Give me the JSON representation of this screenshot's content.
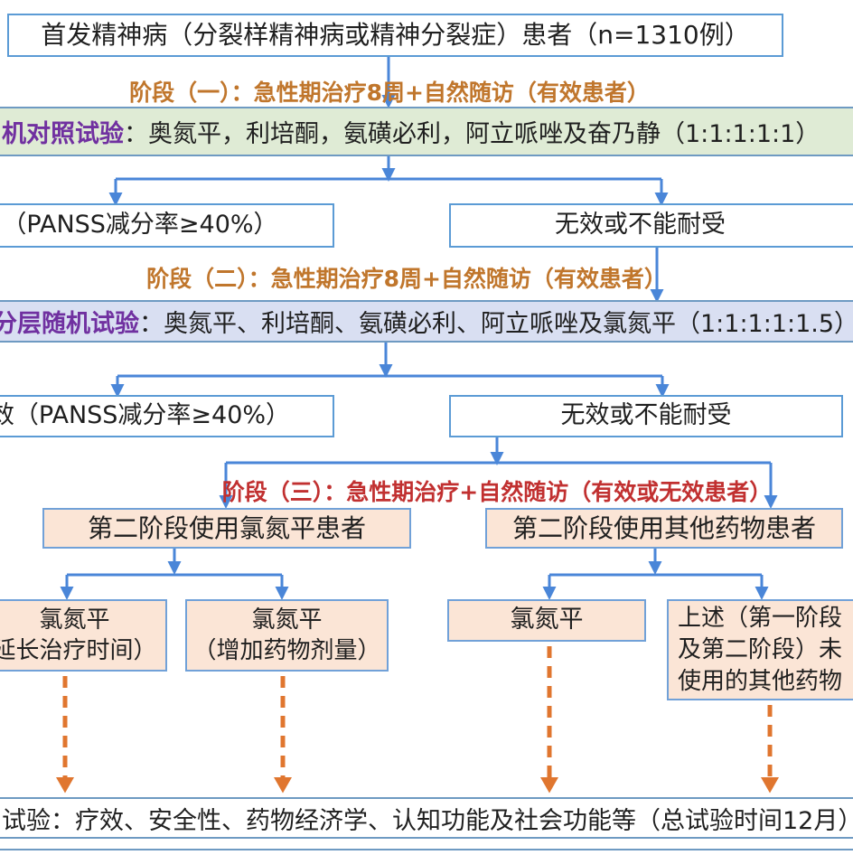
{
  "colors": {
    "connector": "#4a86d8",
    "box_border": "#5b9bd5",
    "peach_border": "#71a1d8",
    "bar_border": "#6e9ac2",
    "bar1_bg": "#dfebd5",
    "bar2_bg": "#d9dff2",
    "peach_bg": "#fbe5d6",
    "purple": "#7030a0",
    "stage_orange": "#c0762c",
    "stage_red": "#c13030",
    "dashed_orange": "#e0762f",
    "text": "#1f1f1f"
  },
  "top_box": {
    "text": "首发精神病（分裂样精神病或精神分裂症）患者（n=1310例）"
  },
  "stage_labels": {
    "stage1": "阶段（一）：急性期治疗8周+自然随访（有效患者）",
    "stage2": "阶段（二）：急性期治疗8周+自然随访（有效患者）",
    "stage3": "阶段（三）：急性期治疗+自然随访（有效或无效患者）"
  },
  "bar1": {
    "highlight": "机对照试验",
    "rest": "：奥氮平，利培酮，氨磺必利，阿立哌唑及奋乃静（1:1:1:1:1）"
  },
  "bar2": {
    "highlight": "分层随机试验",
    "rest": "：奥氮平、利培酮、氨磺必利、阿立哌唑及氯氮平（1:1:1:1:1.5）"
  },
  "row1": {
    "effective": "（PANSS减分率≥40%）",
    "ineffective": "无效或不能耐受"
  },
  "row2": {
    "effective": "效（PANSS减分率≥40%）",
    "ineffective": "无效或不能耐受"
  },
  "row3": {
    "clozapine_group": "第二阶段使用氯氮平患者",
    "other_group": "第二阶段使用其他药物患者"
  },
  "row4": {
    "box1": {
      "line1": "氯氮平",
      "line2": "延长治疗时间）"
    },
    "box2": {
      "line1": "氯氮平",
      "line2": "（增加药物剂量）"
    },
    "box3": {
      "line1": "氯氮平"
    },
    "box4": {
      "line1": "上述（第一阶段",
      "line2": "及第二阶段）未",
      "line3": "使用的其他药物"
    }
  },
  "bottom_bar": {
    "text": "试验：疗效、安全性、药物经济学、认知功能及社会功能等（总试验时间12月）"
  }
}
